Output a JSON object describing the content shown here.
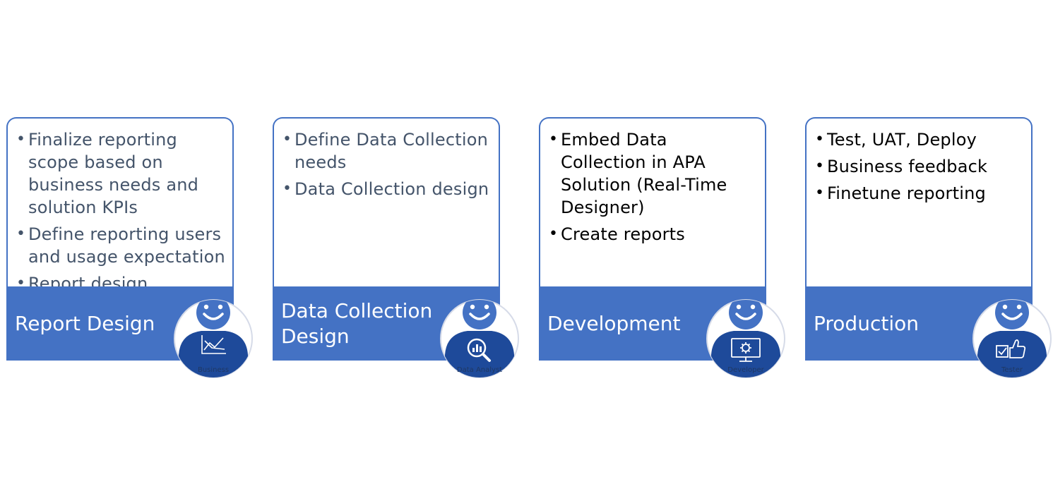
{
  "colors": {
    "accent": "#4472c4",
    "persona_dark": "#1e4a9a",
    "muted_text": "#44546a"
  },
  "stages": [
    {
      "title": "Report Design",
      "bullets": [
        "Finalize reporting scope based on business needs and solution KPIs",
        "Define reporting users and usage expectation",
        "Report design"
      ],
      "role": "Business",
      "icon": "line-chart-icon"
    },
    {
      "title": "Data Collection Design",
      "bullets": [
        "Define Data Collection needs",
        "Data Collection design"
      ],
      "role": "Data Analyst",
      "icon": "magnifier-chart-icon"
    },
    {
      "title": "Development",
      "bullets": [
        "Embed Data Collection in APA Solution (Real-Time Designer)",
        "Create reports"
      ],
      "role": "Developer",
      "icon": "monitor-gear-icon"
    },
    {
      "title": "Production",
      "bullets": [
        "Test, UAT, Deploy",
        "Business feedback",
        "Finetune reporting"
      ],
      "role": "Tester",
      "icon": "thumbs-up-icon"
    }
  ]
}
